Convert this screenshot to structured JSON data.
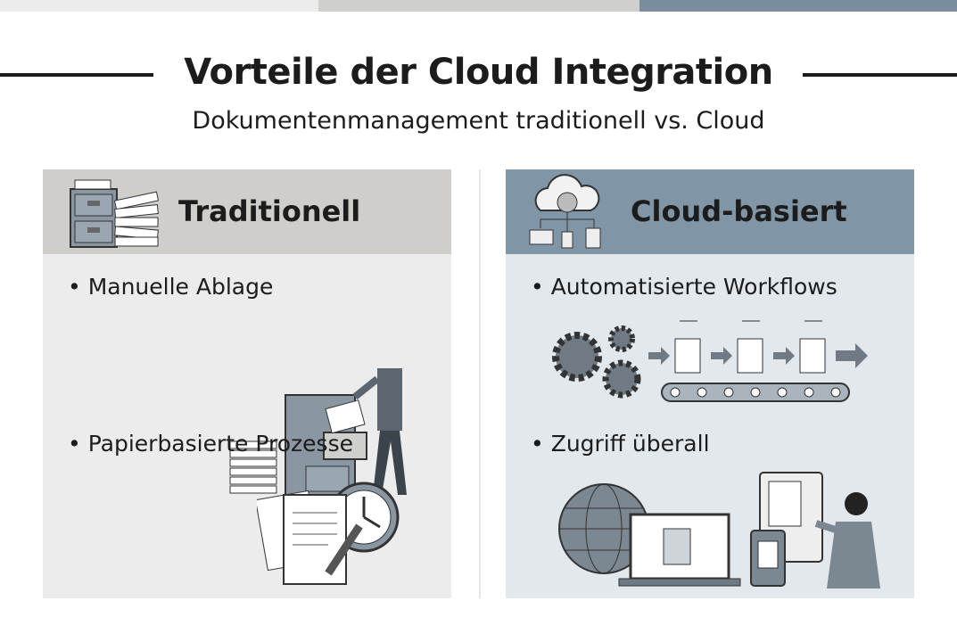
{
  "title": "Vorteile der Cloud Integration",
  "subtitle": "Dokumentenmanagement traditionell vs. Cloud",
  "colors": {
    "top_left": "#ececec",
    "top_mid": "#cfcfcb",
    "top_right": "#7a8d9c",
    "trad_head": "#cfceca",
    "trad_body": "#ececec",
    "cloud_head": "#8096a6",
    "cloud_body": "#e3e8ec"
  },
  "traditional": {
    "heading": "Traditionell",
    "bullets": [
      "• Manuelle Ablage",
      "• Papierbasierte Prozesse"
    ]
  },
  "cloud": {
    "heading": "Cloud-basiert",
    "bullets": [
      "• Automatisierte Workflows",
      "• Zugriff überall"
    ]
  }
}
